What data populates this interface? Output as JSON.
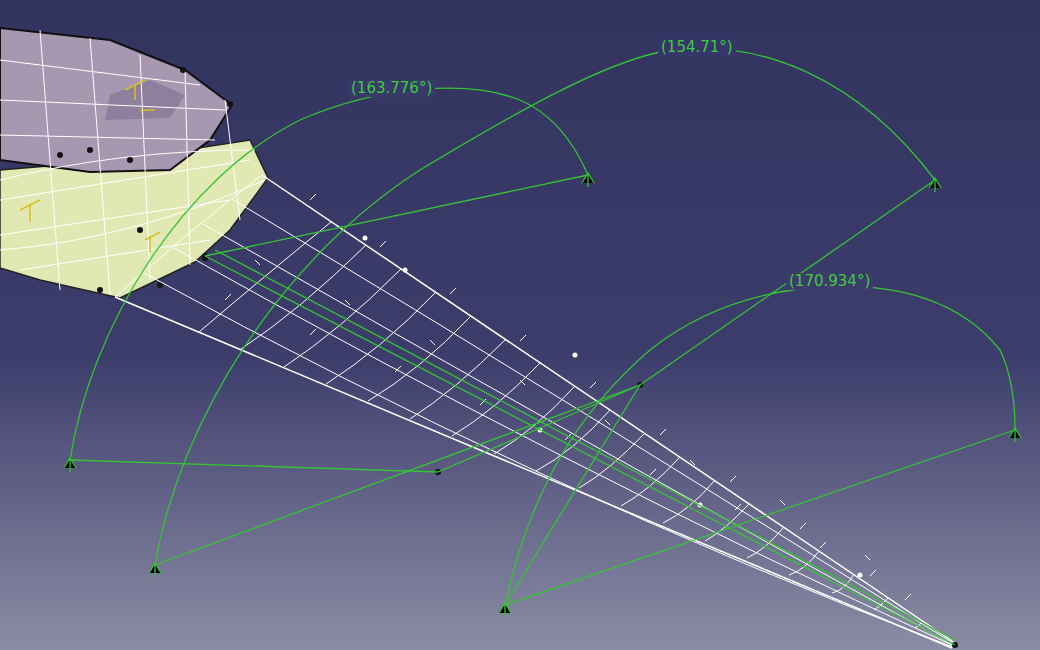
{
  "diagram": {
    "labels": [
      "(163.776°)",
      "(154.71°)",
      "(170.934°)"
    ]
  }
}
